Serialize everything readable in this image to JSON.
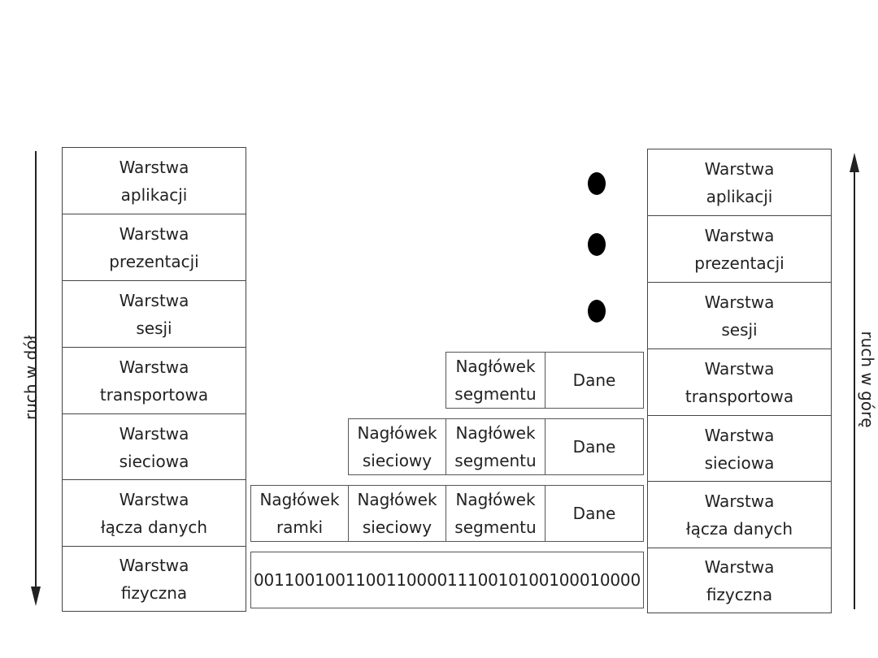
{
  "left_stack": [
    {
      "label": "Warstwa\naplikacji"
    },
    {
      "label": "Warstwa\nprezentacji"
    },
    {
      "label": "Warstwa\nsesji"
    },
    {
      "label": "Warstwa\ntransportowa"
    },
    {
      "label": "Warstwa\nsieciowa"
    },
    {
      "label": "Warstwa\nłącza danych"
    },
    {
      "label": "Warstwa\nfizyczna"
    }
  ],
  "right_stack": [
    {
      "label": "Warstwa\naplikacji"
    },
    {
      "label": "Warstwa\nprezentacji"
    },
    {
      "label": "Warstwa\nsesji"
    },
    {
      "label": "Warstwa\ntransportowa"
    },
    {
      "label": "Warstwa\nsieciowa"
    },
    {
      "label": "Warstwa\nłącza danych"
    },
    {
      "label": "Warstwa\nfizyczna"
    }
  ],
  "packets": {
    "transport": {
      "segment_header": "Nagłówek\nsegmentu",
      "data": "Dane"
    },
    "network": {
      "network_header": "Nagłówek\nsieciowy",
      "segment_header": "Nagłówek\nsegmentu",
      "data": "Dane"
    },
    "datalink": {
      "frame_header": "Nagłówek\nramki",
      "network_header": "Nagłówek\nsieciowy",
      "segment_header": "Nagłówek\nsegmentu",
      "data": "Dane"
    },
    "physical": {
      "bits": "00110010011001100001110010100100010000"
    }
  },
  "arrows": {
    "down_label": "ruch w dół",
    "up_label": "ruch w górę",
    "color": "#222222"
  }
}
